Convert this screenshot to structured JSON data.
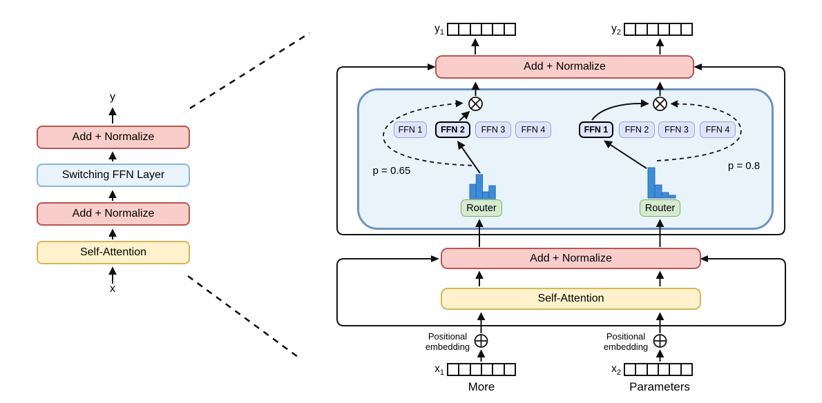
{
  "left_stack": {
    "output_label": "y",
    "input_label": "x",
    "boxes": [
      {
        "label": "Add + Normalize"
      },
      {
        "label": "Switching FFN Layer"
      },
      {
        "label": "Add + Normalize"
      },
      {
        "label": "Self-Attention"
      }
    ]
  },
  "right": {
    "top_norm": "Add + Normalize",
    "mid_norm": "Add + Normalize",
    "attention": "Self-Attention",
    "outputs": [
      {
        "base": "y",
        "sub": "1"
      },
      {
        "base": "y",
        "sub": "2"
      }
    ],
    "inputs": [
      {
        "base": "x",
        "sub": "1",
        "word": "More"
      },
      {
        "base": "x",
        "sub": "2",
        "word": "Parameters"
      }
    ],
    "pos_line1": "Positional",
    "pos_line2": "embedding",
    "experts_left": [
      "FFN 1",
      "FFN 2",
      "FFN 3",
      "FFN 4"
    ],
    "experts_right": [
      "FFN 1",
      "FFN 2",
      "FFN 3",
      "FFN 4"
    ],
    "selected_expert_left": "FFN 2",
    "selected_expert_right": "FFN 1",
    "router_label": "Router",
    "p_left": "p = 0.65",
    "p_right": "p = 0.8",
    "router_bars_left": [
      21,
      35,
      10,
      19
    ],
    "router_bars_right": [
      44,
      19,
      8,
      4
    ]
  },
  "token_cells": 6,
  "colors": {
    "pink_fill": "#F8CDCA",
    "pink_border": "#B85450",
    "yellow_fill": "#FFF2CC",
    "yellow_border": "#D6B656",
    "lightblue_fill": "#E8F3FB",
    "lightblue_border": "#8DB4D8",
    "container_fill": "#E9F3FA",
    "container_border": "#6D92C3",
    "ffn_fill": "#DCE4F9",
    "ffn_border": "#95A4CE",
    "router_fill": "#D6EAD0",
    "router_border": "#7FAE64",
    "bar_fill": "#3E8CD8",
    "bar_border": "#2A6CB0",
    "line": "#111111"
  }
}
